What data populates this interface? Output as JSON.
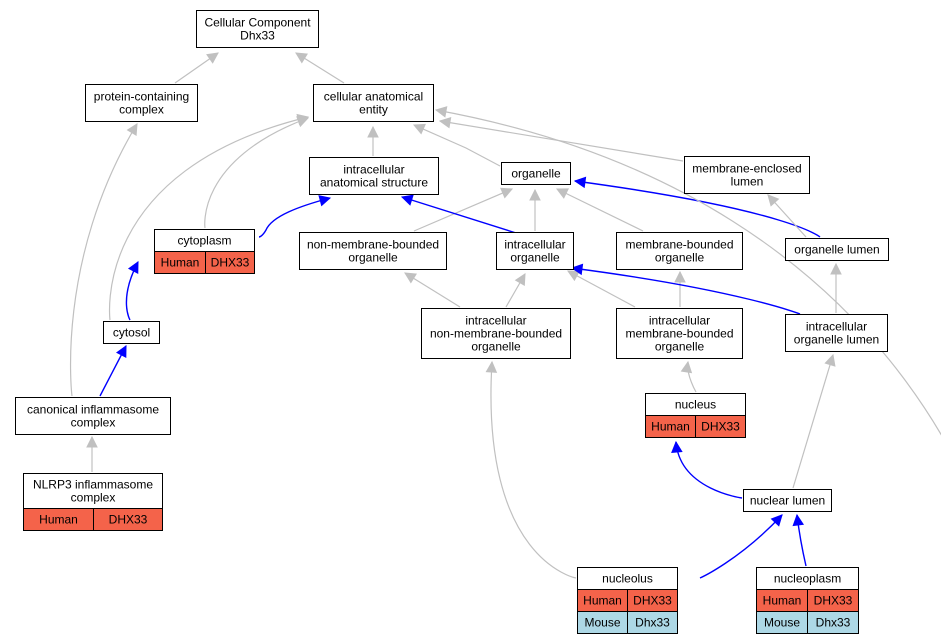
{
  "nodes": {
    "root": {
      "lines": [
        "Cellular Component",
        "Dhx33"
      ]
    },
    "protein_complex": {
      "lines": [
        "protein-containing",
        "complex"
      ]
    },
    "cellular_anatomical_entity": {
      "lines": [
        "cellular anatomical",
        "entity"
      ]
    },
    "intracellular_anatomical_structure": {
      "lines": [
        "intracellular",
        "anatomical structure"
      ]
    },
    "organelle": {
      "lines": [
        "organelle"
      ]
    },
    "membrane_enclosed_lumen": {
      "lines": [
        "membrane-enclosed",
        "lumen"
      ]
    },
    "cytoplasm": {
      "lines": [
        "cytoplasm"
      ],
      "annotations": [
        [
          "Human",
          "DHX33"
        ]
      ]
    },
    "non_membrane_bounded_organelle": {
      "lines": [
        "non-membrane-bounded",
        "organelle"
      ]
    },
    "intracellular_organelle": {
      "lines": [
        "intracellular",
        "organelle"
      ]
    },
    "membrane_bounded_organelle": {
      "lines": [
        "membrane-bounded",
        "organelle"
      ]
    },
    "organelle_lumen": {
      "lines": [
        "organelle lumen"
      ]
    },
    "cytosol": {
      "lines": [
        "cytosol"
      ]
    },
    "intracellular_nmb_organelle": {
      "lines": [
        "intracellular",
        "non-membrane-bounded",
        "organelle"
      ]
    },
    "intracellular_mb_organelle": {
      "lines": [
        "intracellular",
        "membrane-bounded",
        "organelle"
      ]
    },
    "intracellular_organelle_lumen": {
      "lines": [
        "intracellular",
        "organelle lumen"
      ]
    },
    "canonical_inflammasome": {
      "lines": [
        "canonical inflammasome",
        "complex"
      ]
    },
    "nucleus": {
      "lines": [
        "nucleus"
      ],
      "annotations": [
        [
          "Human",
          "DHX33"
        ]
      ]
    },
    "nlrp3_inflammasome": {
      "lines": [
        "NLRP3 inflammasome",
        "complex"
      ],
      "annotations": [
        [
          "Human",
          "DHX33"
        ]
      ]
    },
    "nuclear_lumen": {
      "lines": [
        "nuclear lumen"
      ]
    },
    "nucleolus": {
      "lines": [
        "nucleolus"
      ],
      "annotations": [
        [
          "Human",
          "DHX33"
        ],
        [
          "Mouse",
          "Dhx33"
        ]
      ]
    },
    "nucleoplasm": {
      "lines": [
        "nucleoplasm"
      ],
      "annotations": [
        [
          "Human",
          "DHX33"
        ],
        [
          "Mouse",
          "Dhx33"
        ]
      ]
    }
  },
  "edge_colors": {
    "is_a": "#c0c0c0",
    "part_of": "#0000ff"
  },
  "annotation_colors": {
    "Human": "#f4634a",
    "Mouse": "#add8e6"
  },
  "edges": [
    {
      "from": "protein_complex",
      "to": "root",
      "type": "is_a"
    },
    {
      "from": "cellular_anatomical_entity",
      "to": "root",
      "type": "is_a"
    },
    {
      "from": "intracellular_anatomical_structure",
      "to": "cellular_anatomical_entity",
      "type": "is_a"
    },
    {
      "from": "organelle",
      "to": "cellular_anatomical_entity",
      "type": "is_a"
    },
    {
      "from": "membrane_enclosed_lumen",
      "to": "cellular_anatomical_entity",
      "type": "is_a"
    },
    {
      "from": "cytoplasm",
      "to": "cellular_anatomical_entity",
      "type": "is_a"
    },
    {
      "from": "cytoplasm",
      "to": "intracellular_anatomical_structure",
      "type": "part_of"
    },
    {
      "from": "non_membrane_bounded_organelle",
      "to": "organelle",
      "type": "is_a"
    },
    {
      "from": "intracellular_organelle",
      "to": "organelle",
      "type": "is_a"
    },
    {
      "from": "intracellular_organelle",
      "to": "intracellular_anatomical_structure",
      "type": "part_of"
    },
    {
      "from": "membrane_bounded_organelle",
      "to": "organelle",
      "type": "is_a"
    },
    {
      "from": "organelle_lumen",
      "to": "organelle",
      "type": "part_of"
    },
    {
      "from": "organelle_lumen",
      "to": "membrane_enclosed_lumen",
      "type": "is_a"
    },
    {
      "from": "cytosol",
      "to": "cellular_anatomical_entity",
      "type": "is_a"
    },
    {
      "from": "cytosol",
      "to": "cytoplasm",
      "type": "part_of"
    },
    {
      "from": "intracellular_nmb_organelle",
      "to": "non_membrane_bounded_organelle",
      "type": "is_a"
    },
    {
      "from": "intracellular_nmb_organelle",
      "to": "intracellular_organelle",
      "type": "is_a"
    },
    {
      "from": "intracellular_mb_organelle",
      "to": "intracellular_organelle",
      "type": "is_a"
    },
    {
      "from": "intracellular_mb_organelle",
      "to": "membrane_bounded_organelle",
      "type": "is_a"
    },
    {
      "from": "intracellular_organelle_lumen",
      "to": "organelle_lumen",
      "type": "is_a"
    },
    {
      "from": "intracellular_organelle_lumen",
      "to": "intracellular_organelle",
      "type": "part_of"
    },
    {
      "from": "canonical_inflammasome",
      "to": "protein_complex",
      "type": "is_a"
    },
    {
      "from": "canonical_inflammasome",
      "to": "cytosol",
      "type": "part_of"
    },
    {
      "from": "nucleus",
      "to": "intracellular_mb_organelle",
      "type": "is_a"
    },
    {
      "from": "nlrp3_inflammasome",
      "to": "canonical_inflammasome",
      "type": "is_a"
    },
    {
      "from": "nuclear_lumen",
      "to": "nucleus",
      "type": "part_of"
    },
    {
      "from": "nuclear_lumen",
      "to": "intracellular_organelle_lumen",
      "type": "is_a"
    },
    {
      "from": "nucleolus",
      "to": "intracellular_nmb_organelle",
      "type": "is_a"
    },
    {
      "from": "nucleolus",
      "to": "nuclear_lumen",
      "type": "part_of"
    },
    {
      "from": "nucleoplasm",
      "to": "nuclear_lumen",
      "type": "part_of"
    },
    {
      "from": "nucleoplasm",
      "to": "cellular_anatomical_entity",
      "type": "is_a"
    }
  ]
}
